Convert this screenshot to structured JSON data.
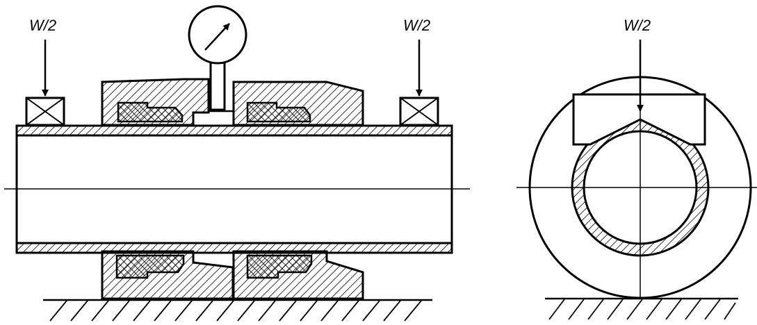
{
  "labels": {
    "load_left": "W/2",
    "load_right": "W/2",
    "load_section": "W/2"
  },
  "colors": {
    "ink": "#000000",
    "background": "#ffffff"
  },
  "icons": {
    "gauge": "dial-gauge-icon",
    "load_block": "load-block-icon",
    "ground": "ground-hatch-icon"
  }
}
